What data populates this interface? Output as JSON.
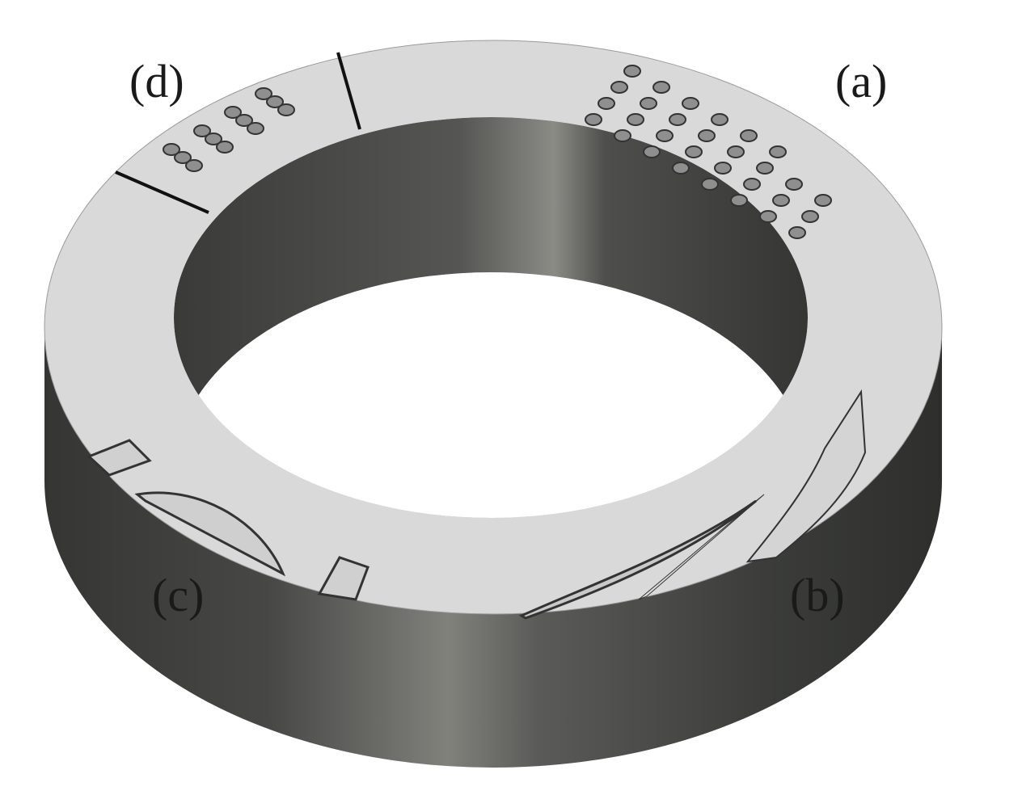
{
  "figure": {
    "labels": {
      "a": "(a)",
      "b": "(b)",
      "c": "(c)",
      "d": "(d)"
    },
    "colors": {
      "top_surface": "#d9d9d9",
      "side_dark": "#3b3c3a",
      "side_light": "#80817b",
      "divider": "#111111"
    }
  }
}
